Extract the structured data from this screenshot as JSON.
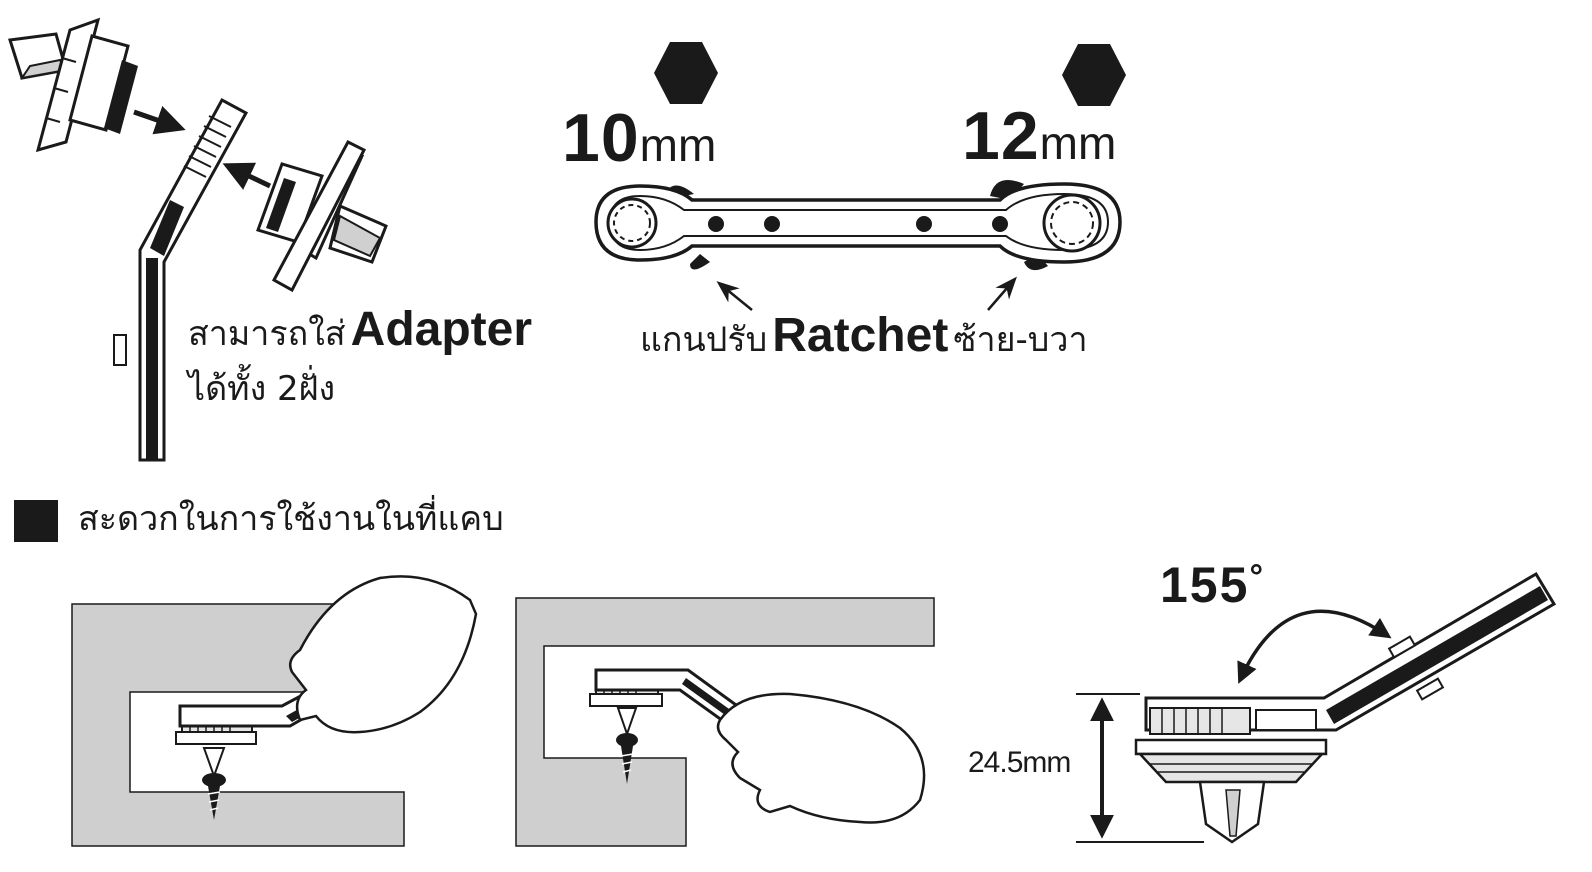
{
  "colors": {
    "ink": "#1a1a1a",
    "wall": "#cfcfcf",
    "metal": "#e6e6e6",
    "paper": "#ffffff"
  },
  "top_left": {
    "caption_thai_1": "สามารถใส่",
    "caption_latin": "Adapter",
    "caption_thai_2": "ได้ทั้ง 2ฝั่ง"
  },
  "top_right": {
    "size_left_number": "10",
    "size_left_unit": "mm",
    "size_right_number": "12",
    "size_right_unit": "mm",
    "caption_thai_1": "แกนปรับ",
    "caption_latin": "Ratchet",
    "caption_thai_2": "ซ้าย-บวา"
  },
  "section": {
    "heading": "สะดวกในการใช้งานในที่แคบ"
  },
  "bottom_right": {
    "angle_value": "155",
    "angle_degree": "°",
    "height_value": "24.5mm"
  }
}
